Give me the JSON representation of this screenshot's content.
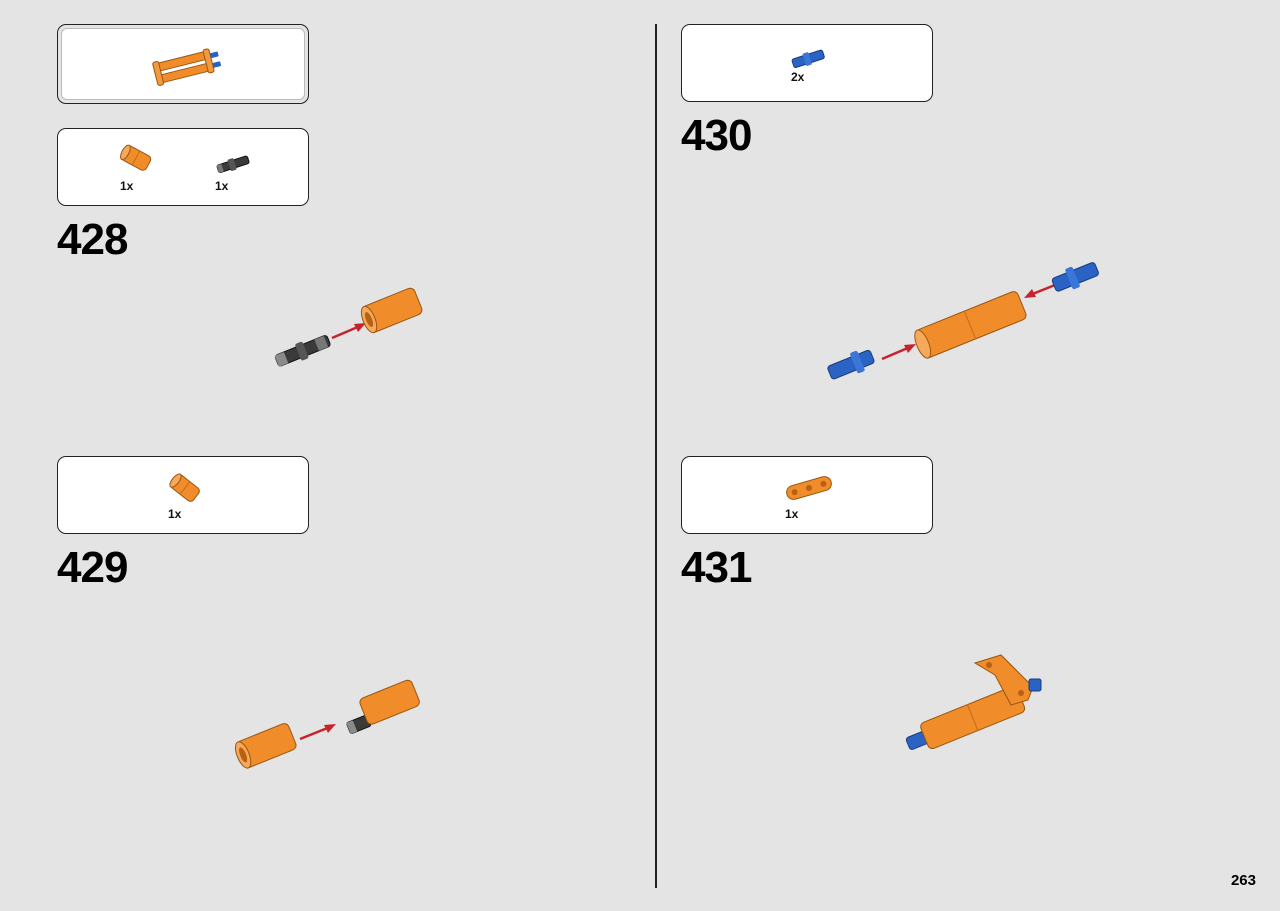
{
  "page_number": "263",
  "steps": [
    {
      "number": "428",
      "parts": [
        {
          "qty": "1x",
          "part": "orange-tube"
        },
        {
          "qty": "1x",
          "part": "black-pin"
        }
      ]
    },
    {
      "number": "429",
      "parts": [
        {
          "qty": "1x",
          "part": "orange-tube"
        }
      ]
    },
    {
      "number": "430",
      "parts": [
        {
          "qty": "2x",
          "part": "blue-pin"
        }
      ]
    },
    {
      "number": "431",
      "parts": [
        {
          "qty": "1x",
          "part": "orange-liftarm"
        }
      ]
    }
  ],
  "colors": {
    "orange": "#f08c2a",
    "blue": "#2a63c4",
    "black": "#333333",
    "arrow": "#c8232c",
    "background": "#e4e4e4"
  }
}
